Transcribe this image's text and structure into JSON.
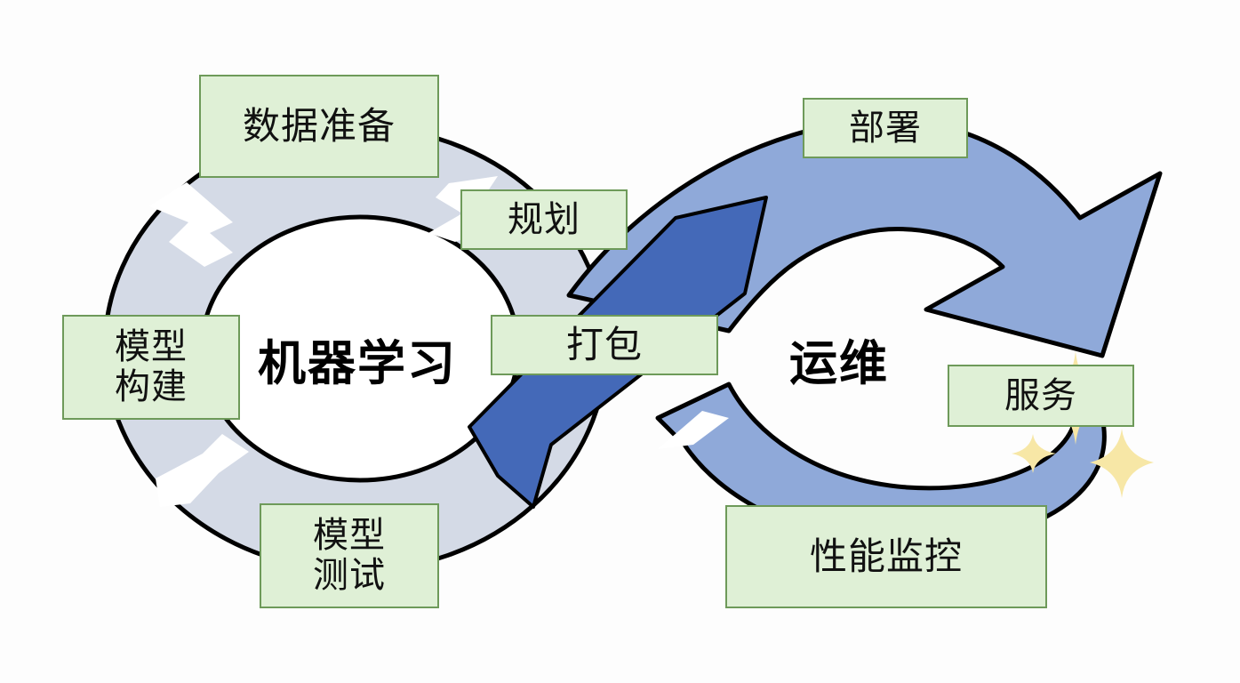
{
  "diagram": {
    "left_loop_label": "机器学习",
    "right_loop_label": "运维",
    "stages": {
      "data_prep": "数据准备",
      "planning": "规划",
      "model_build": "模型构建",
      "model_test": "模型测试",
      "packaging": "打包",
      "deploy": "部署",
      "serving": "服务",
      "monitoring": "性能监控"
    }
  },
  "colors": {
    "left_loop_fill": "#d4dae6",
    "right_loop_fill": "#8fa9d9",
    "crossing_fill": "#4469b8",
    "box_fill": "#dff0d6",
    "box_border": "#6e9a5a",
    "sparkle": "#f7e7a6"
  }
}
